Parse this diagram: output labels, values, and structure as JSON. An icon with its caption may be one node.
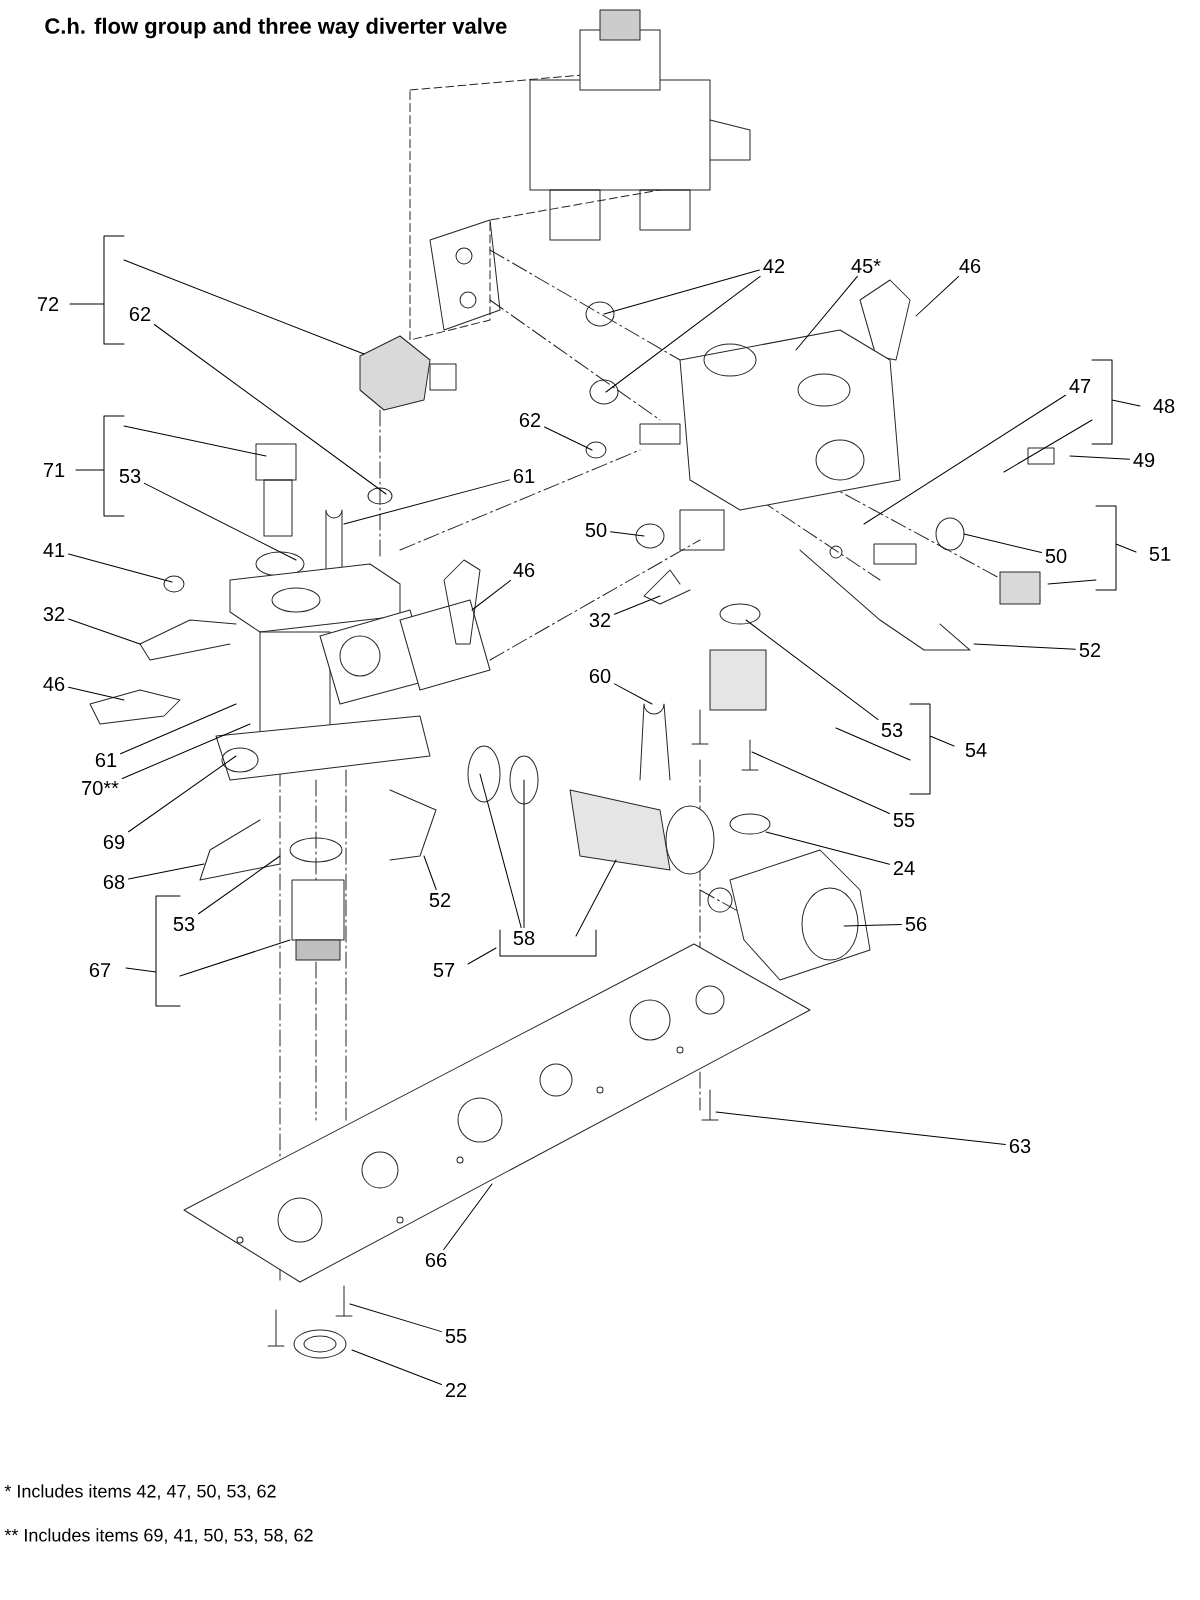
{
  "diagram": {
    "title": "C.h. flow group and three way diverter valve",
    "nodes": [
      {
        "text": [
          "62"
        ]
      },
      {
        "text": [
          "53"
        ]
      },
      {
        "text": [
          "41"
        ]
      },
      {
        "text": [
          "32"
        ]
      },
      {
        "text": [
          "46"
        ]
      },
      {
        "text": [
          "61"
        ]
      },
      {
        "text": [
          "70**"
        ]
      },
      {
        "text": [
          "69"
        ]
      },
      {
        "text": [
          "68"
        ]
      },
      {
        "text": [
          "53"
        ]
      },
      {
        "text": [
          "61"
        ]
      },
      {
        "text": [
          "62"
        ]
      },
      {
        "text": [
          "46"
        ]
      },
      {
        "text": [
          "50"
        ]
      },
      {
        "text": [
          "32"
        ]
      },
      {
        "text": [
          "52"
        ]
      },
      {
        "text": [
          "42"
        ]
      },
      {
        "text": [
          "45*"
        ]
      },
      {
        "text": [
          "46"
        ]
      },
      {
        "text": [
          "47"
        ]
      },
      {
        "text": [
          "49"
        ]
      },
      {
        "text": [
          "50"
        ]
      },
      {
        "text": [
          "52"
        ]
      },
      {
        "text": [
          "53"
        ]
      },
      {
        "text": [
          "60"
        ]
      },
      {
        "text": [
          "55"
        ]
      },
      {
        "text": [
          "24"
        ]
      },
      {
        "text": [
          "56"
        ]
      },
      {
        "text": [
          "58"
        ]
      },
      {
        "text": [
          "63"
        ]
      },
      {
        "text": [
          "66"
        ]
      },
      {
        "text": [
          "55"
        ]
      },
      {
        "text": [
          "22"
        ]
      }
    ],
    "edges": [
      {
        "from": 0,
        "to": null,
        "arrow": "none"
      },
      {
        "from": 1,
        "to": null,
        "arrow": "none"
      },
      {
        "from": 2,
        "to": null,
        "arrow": "none"
      },
      {
        "from": 3,
        "to": null,
        "arrow": "none"
      },
      {
        "from": 4,
        "to": null,
        "arrow": "none"
      },
      {
        "from": 5,
        "to": null,
        "arrow": "none"
      },
      {
        "from": 6,
        "to": null,
        "arrow": "none"
      },
      {
        "from": 7,
        "to": null,
        "arrow": "none"
      },
      {
        "from": 8,
        "to": null,
        "arrow": "none"
      },
      {
        "from": 9,
        "to": null,
        "arrow": "none"
      },
      {
        "from": 10,
        "to": null,
        "arrow": "none"
      },
      {
        "from": 11,
        "to": null,
        "arrow": "none"
      },
      {
        "from": 12,
        "to": null,
        "arrow": "none"
      },
      {
        "from": 13,
        "to": null,
        "arrow": "none"
      },
      {
        "from": 14,
        "to": null,
        "arrow": "none"
      },
      {
        "from": 15,
        "to": null,
        "arrow": "none"
      },
      {
        "from": 16,
        "to": null,
        "arrow": "none"
      },
      {
        "from": 16,
        "to": null,
        "arrow": "none"
      },
      {
        "from": 17,
        "to": null,
        "arrow": "none"
      },
      {
        "from": 18,
        "to": null,
        "arrow": "none"
      },
      {
        "from": 19,
        "to": null,
        "arrow": "none"
      },
      {
        "from": 20,
        "to": null,
        "arrow": "none"
      },
      {
        "from": 21,
        "to": null,
        "arrow": "none"
      },
      {
        "from": 22,
        "to": null,
        "arrow": "none"
      },
      {
        "from": 23,
        "to": null,
        "arrow": "none"
      },
      {
        "from": 24,
        "to": null,
        "arrow": "none"
      },
      {
        "from": 25,
        "to": null,
        "arrow": "none"
      },
      {
        "from": 26,
        "to": null,
        "arrow": "none"
      },
      {
        "from": 27,
        "to": null,
        "arrow": "none"
      },
      {
        "from": 28,
        "to": null,
        "arrow": "none"
      },
      {
        "from": 28,
        "to": null,
        "arrow": "none"
      },
      {
        "from": 29,
        "to": null,
        "arrow": "none"
      },
      {
        "from": 30,
        "to": null,
        "arrow": "none"
      },
      {
        "from": 31,
        "to": null,
        "arrow": "none"
      },
      {
        "from": 32,
        "to": null,
        "arrow": "none"
      }
    ],
    "labels": [
      "72",
      "71",
      "48",
      "51",
      "54",
      "67",
      "57",
      "* Includes items 42, 47, 50, 53, 62",
      "** Includes items 69, 41, 50, 53, 58, 62"
    ]
  }
}
